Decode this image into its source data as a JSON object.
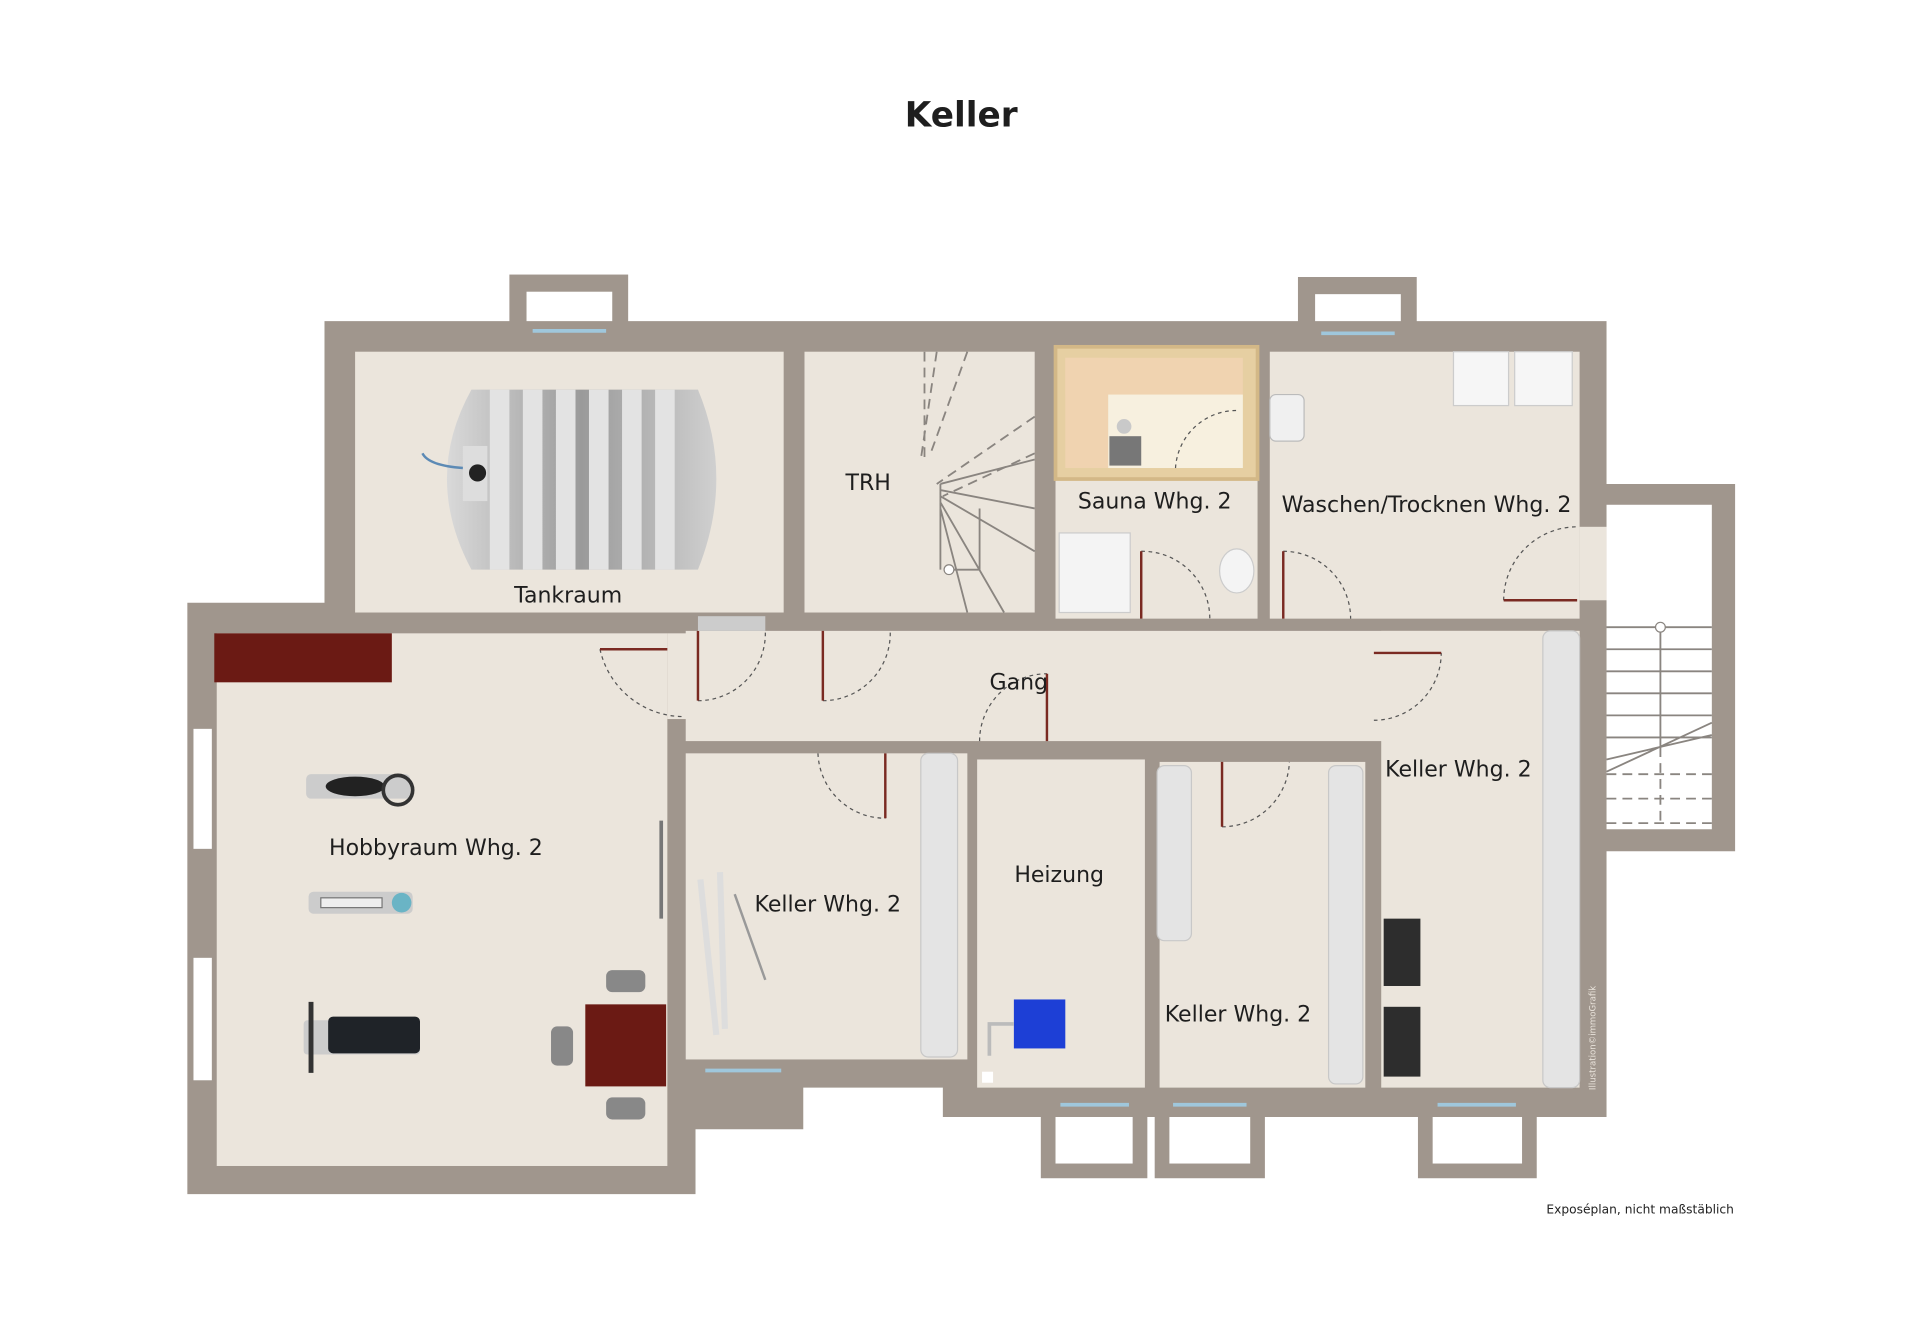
{
  "title": "Keller",
  "rooms": {
    "tankraum": "Tankraum",
    "trh": "TRH",
    "sauna": "Sauna Whg. 2",
    "waschen": "Waschen/Trocknen Whg. 2",
    "gang": "Gang",
    "hobbyraum": "Hobbyraum Whg. 2",
    "keller_a": "Keller Whg. 2",
    "heizung": "Heizung",
    "keller_b": "Keller Whg. 2",
    "keller_c": "Keller Whg. 2"
  },
  "footer": "Exposéplan, nicht maßstäblich",
  "watermark": "Illustration©immoGrafik",
  "colors": {
    "wall": "#a0968d",
    "floor": "#ebe5dc",
    "sauna_wood": "#e6cfa2",
    "boiler": "#1d3fd6",
    "cabinet": "#6b1a14"
  }
}
